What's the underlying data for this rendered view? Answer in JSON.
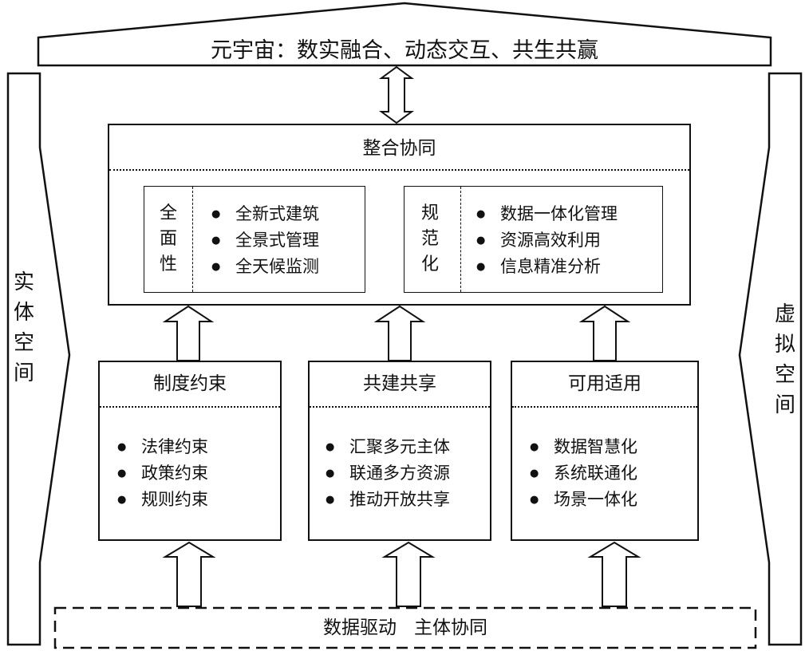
{
  "top_banner": "元宇宙：数实融合、动态交互、共生共赢",
  "left_pillar": [
    "实",
    "体",
    "空",
    "间"
  ],
  "right_pillar": [
    "虚",
    "拟",
    "空",
    "间"
  ],
  "integration": {
    "title": "整合协同",
    "left_panel": {
      "side": [
        "全",
        "面",
        "性"
      ],
      "items": [
        "全新式建筑",
        "全景式管理",
        "全天候监测"
      ]
    },
    "right_panel": {
      "side": [
        "规",
        "范",
        "化"
      ],
      "items": [
        "数据一体化管理",
        "资源高效利用",
        "信息精准分析"
      ]
    }
  },
  "columns": [
    {
      "title": "制度约束",
      "items": [
        "法律约束",
        "政策约束",
        "规则约束"
      ]
    },
    {
      "title": "共建共享",
      "items": [
        "汇聚多元主体",
        "联通多方资源",
        "推动开放共享"
      ]
    },
    {
      "title": "可用适用",
      "items": [
        "数据智慧化",
        "系统联通化",
        "场景一体化"
      ]
    }
  ],
  "base": "数据驱动   主体协同"
}
